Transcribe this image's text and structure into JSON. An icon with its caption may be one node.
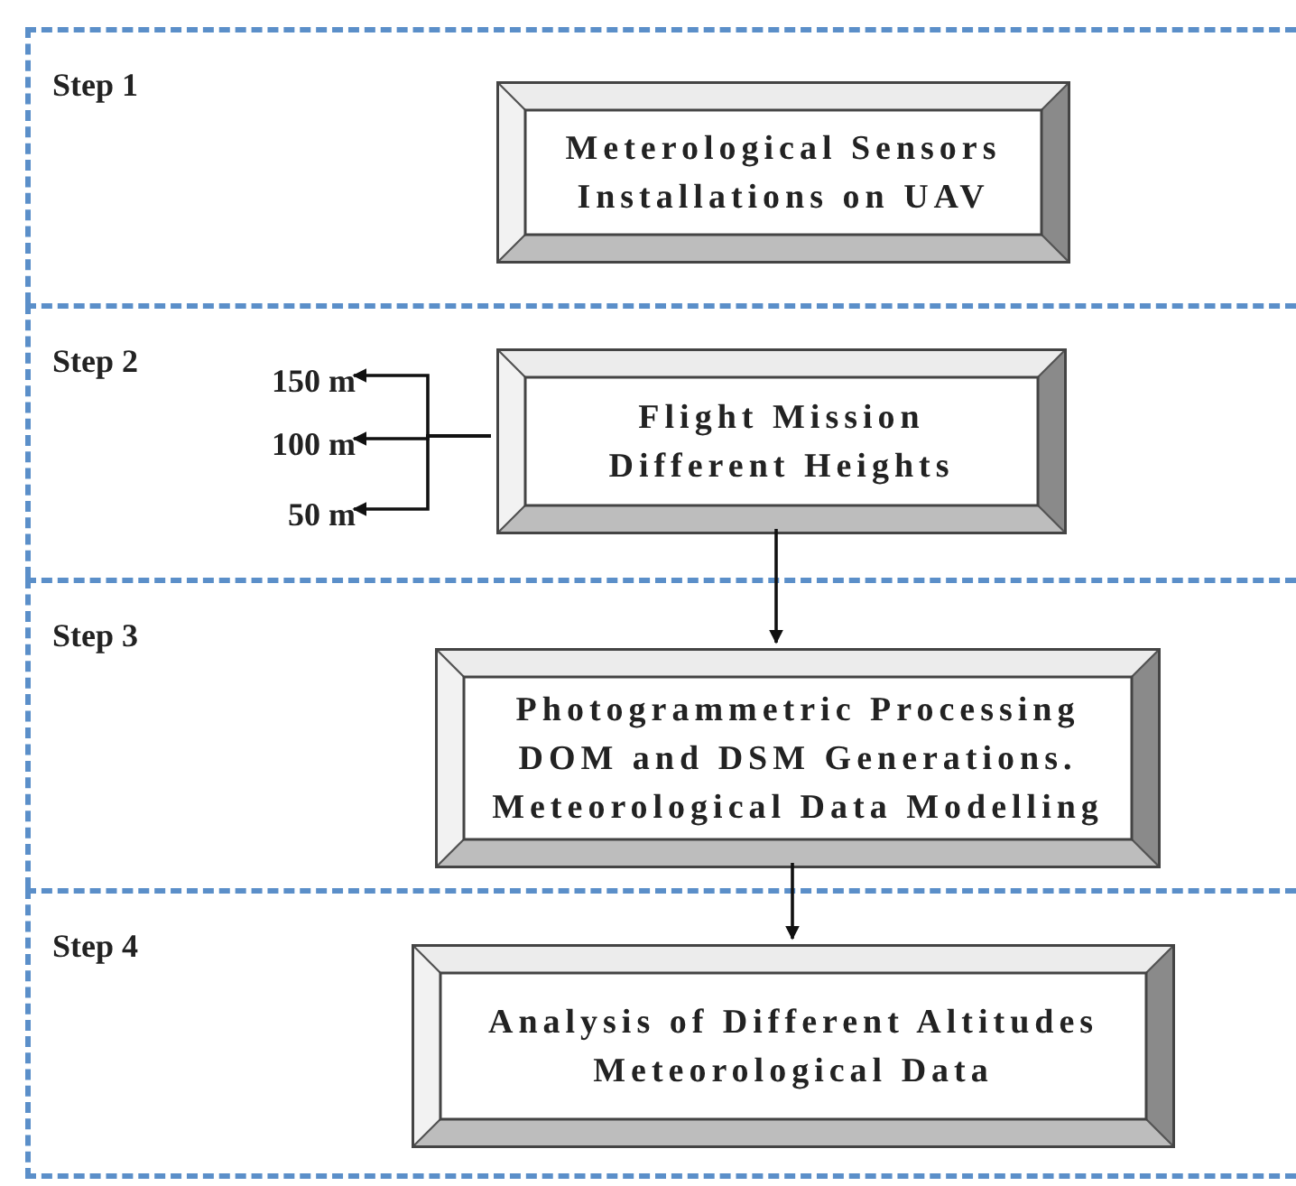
{
  "diagram": {
    "nodes": [
      {
        "text": [
          "Step 1"
        ]
      },
      {
        "text": [
          "Meterological Sensors Installations on UAV"
        ],
        "in": 0
      },
      {
        "text": [
          "Step 2"
        ]
      },
      {
        "text": [
          "150 m"
        ],
        "in": 2
      },
      {
        "text": [
          "100 m"
        ],
        "in": 2
      },
      {
        "text": [
          "50 m"
        ],
        "in": 2
      },
      {
        "text": [
          "Flight Mission Different Heights"
        ],
        "in": 2
      },
      {
        "text": [
          "Step 3"
        ]
      },
      {
        "text": [
          "Photogrammetric Processing DOM and DSM Generations. Meteorological Data Modelling"
        ],
        "in": 7
      },
      {
        "text": [
          "Step 4"
        ]
      },
      {
        "text": [
          "Analysis of Different Altitudes Meteorological Data"
        ],
        "in": 9
      }
    ],
    "edges": [
      {
        "from": 6,
        "to": 3,
        "arrow": "to"
      },
      {
        "from": 6,
        "to": 4,
        "arrow": "to"
      },
      {
        "from": 6,
        "to": 5,
        "arrow": "to"
      },
      {
        "from": 6,
        "to": 8,
        "arrow": "to"
      },
      {
        "from": 8,
        "to": 10,
        "arrow": "to"
      }
    ]
  }
}
